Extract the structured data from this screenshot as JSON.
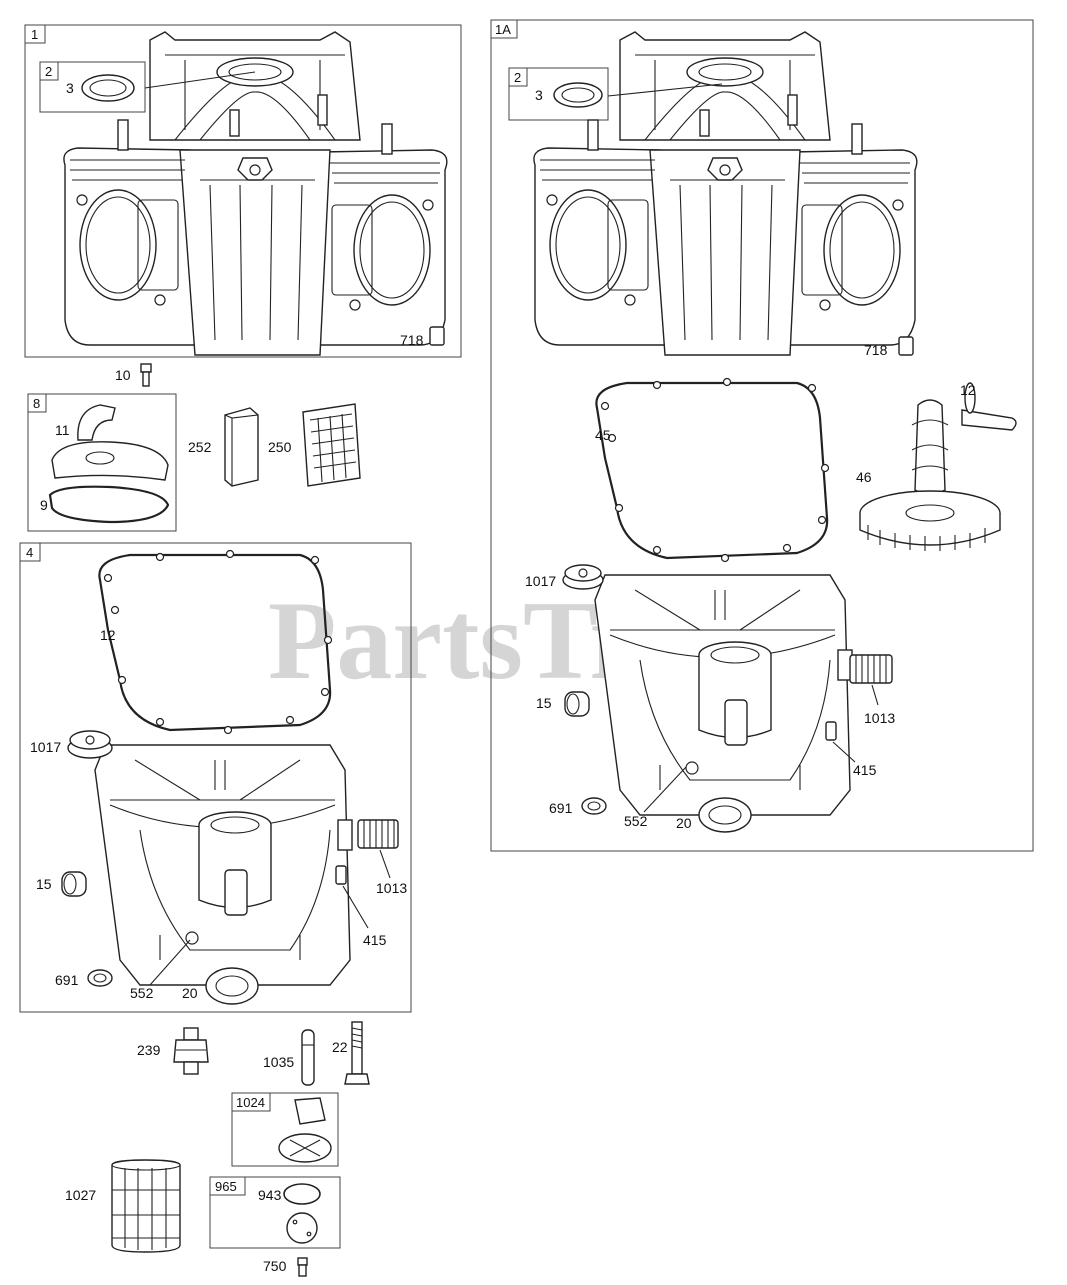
{
  "watermark": "PartsTree",
  "groups": [
    {
      "id": "g1",
      "label": "1"
    },
    {
      "id": "g2l",
      "label": "2"
    },
    {
      "id": "g1a",
      "label": "1A"
    },
    {
      "id": "g2r",
      "label": "2"
    },
    {
      "id": "g8",
      "label": "8"
    },
    {
      "id": "g4",
      "label": "4"
    },
    {
      "id": "g1024",
      "label": "1024"
    },
    {
      "id": "g965",
      "label": "965"
    }
  ],
  "callouts": [
    {
      "id": "c3l",
      "text": "3"
    },
    {
      "id": "c718l",
      "text": "718"
    },
    {
      "id": "c10",
      "text": "10"
    },
    {
      "id": "c11",
      "text": "11"
    },
    {
      "id": "c9",
      "text": "9"
    },
    {
      "id": "c252",
      "text": "252"
    },
    {
      "id": "c250",
      "text": "250"
    },
    {
      "id": "c12l",
      "text": "12"
    },
    {
      "id": "c1017l",
      "text": "1017"
    },
    {
      "id": "c15l",
      "text": "15"
    },
    {
      "id": "c1013l",
      "text": "1013"
    },
    {
      "id": "c415l",
      "text": "415"
    },
    {
      "id": "c691l",
      "text": "691"
    },
    {
      "id": "c552l",
      "text": "552"
    },
    {
      "id": "c20l",
      "text": "20"
    },
    {
      "id": "c239",
      "text": "239"
    },
    {
      "id": "c1035",
      "text": "1035"
    },
    {
      "id": "c22",
      "text": "22"
    },
    {
      "id": "c1027",
      "text": "1027"
    },
    {
      "id": "c943",
      "text": "943"
    },
    {
      "id": "c750",
      "text": "750"
    },
    {
      "id": "c3r",
      "text": "3"
    },
    {
      "id": "c718r",
      "text": "718"
    },
    {
      "id": "c45",
      "text": "45"
    },
    {
      "id": "c12r",
      "text": "12"
    },
    {
      "id": "c46",
      "text": "46"
    },
    {
      "id": "c1017r",
      "text": "1017"
    },
    {
      "id": "c15r",
      "text": "15"
    },
    {
      "id": "c1013r",
      "text": "1013"
    },
    {
      "id": "c415r",
      "text": "415"
    },
    {
      "id": "c691r",
      "text": "691"
    },
    {
      "id": "c552r",
      "text": "552"
    },
    {
      "id": "c20r",
      "text": "20"
    }
  ]
}
